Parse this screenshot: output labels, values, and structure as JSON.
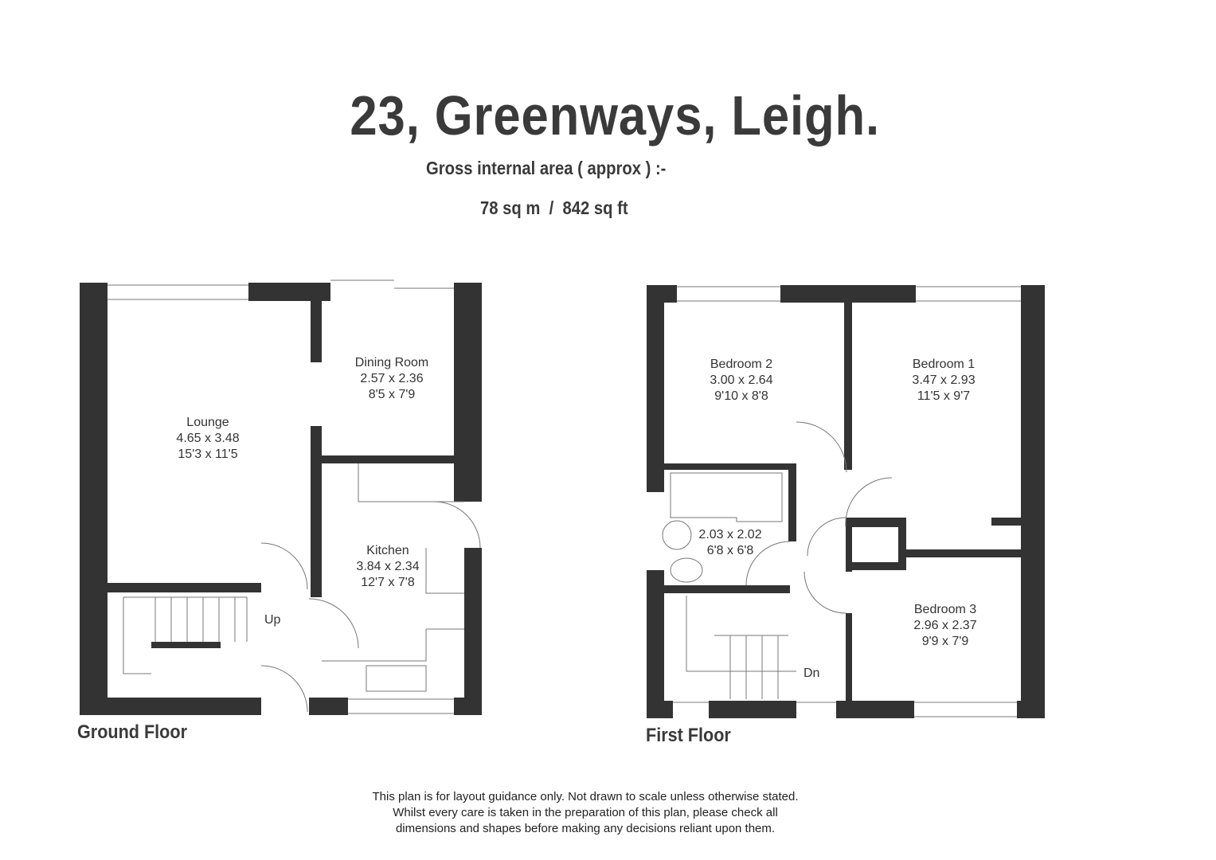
{
  "title": "23, Greenways, Leigh.",
  "subtitle": "Gross internal area ( approx ) :-",
  "area": "78 sq m  /  842 sq ft",
  "ground_floor": {
    "label": "Ground Floor",
    "rooms": [
      {
        "name": "Lounge",
        "metric": "4.65 x 3.48",
        "imperial": "15'3 x 11'5"
      },
      {
        "name": "Dining Room",
        "metric": "2.57 x 2.36",
        "imperial": "8'5 x 7'9"
      },
      {
        "name": "Kitchen",
        "metric": "3.84 x 2.34",
        "imperial": "12'7 x 7'8"
      }
    ],
    "stairs_label": "Up"
  },
  "first_floor": {
    "label": "First Floor",
    "rooms": [
      {
        "name": "Bedroom 2",
        "metric": "3.00 x 2.64",
        "imperial": "9'10 x 8'8"
      },
      {
        "name": "Bedroom 1",
        "metric": "3.47 x 2.93",
        "imperial": "11'5 x 9'7"
      },
      {
        "name": "",
        "metric": "2.03 x 2.02",
        "imperial": "6'8 x 6'8"
      },
      {
        "name": "Bedroom 3",
        "metric": "2.96 x 2.37",
        "imperial": "9'9 x 7'9"
      }
    ],
    "stairs_label": "Dn"
  },
  "disclaimer": [
    "This plan is for layout guidance only. Not drawn to scale unless otherwise stated.",
    "Whilst every care is taken in the preparation of this plan, please check all",
    "dimensions and shapes before making any decisions reliant upon them."
  ]
}
